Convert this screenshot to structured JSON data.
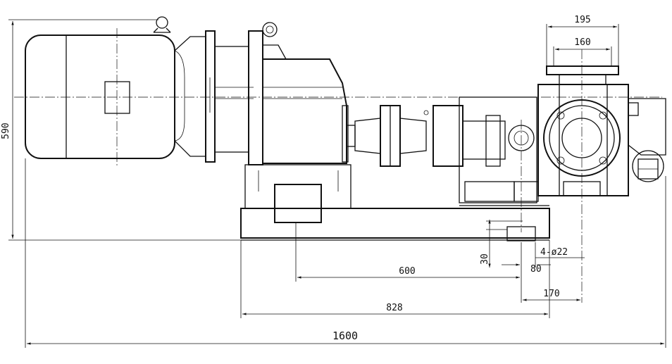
{
  "drawing": {
    "title": "",
    "dimensions": {
      "overall_length": "1600",
      "overall_height": "590",
      "base_length": "828",
      "bolt_spacing": "600",
      "offset_170": "170",
      "offset_80": "80",
      "base_thickness": "30",
      "holes": "4-ø22",
      "flange_outer": "195",
      "flange_inner": "160"
    }
  }
}
